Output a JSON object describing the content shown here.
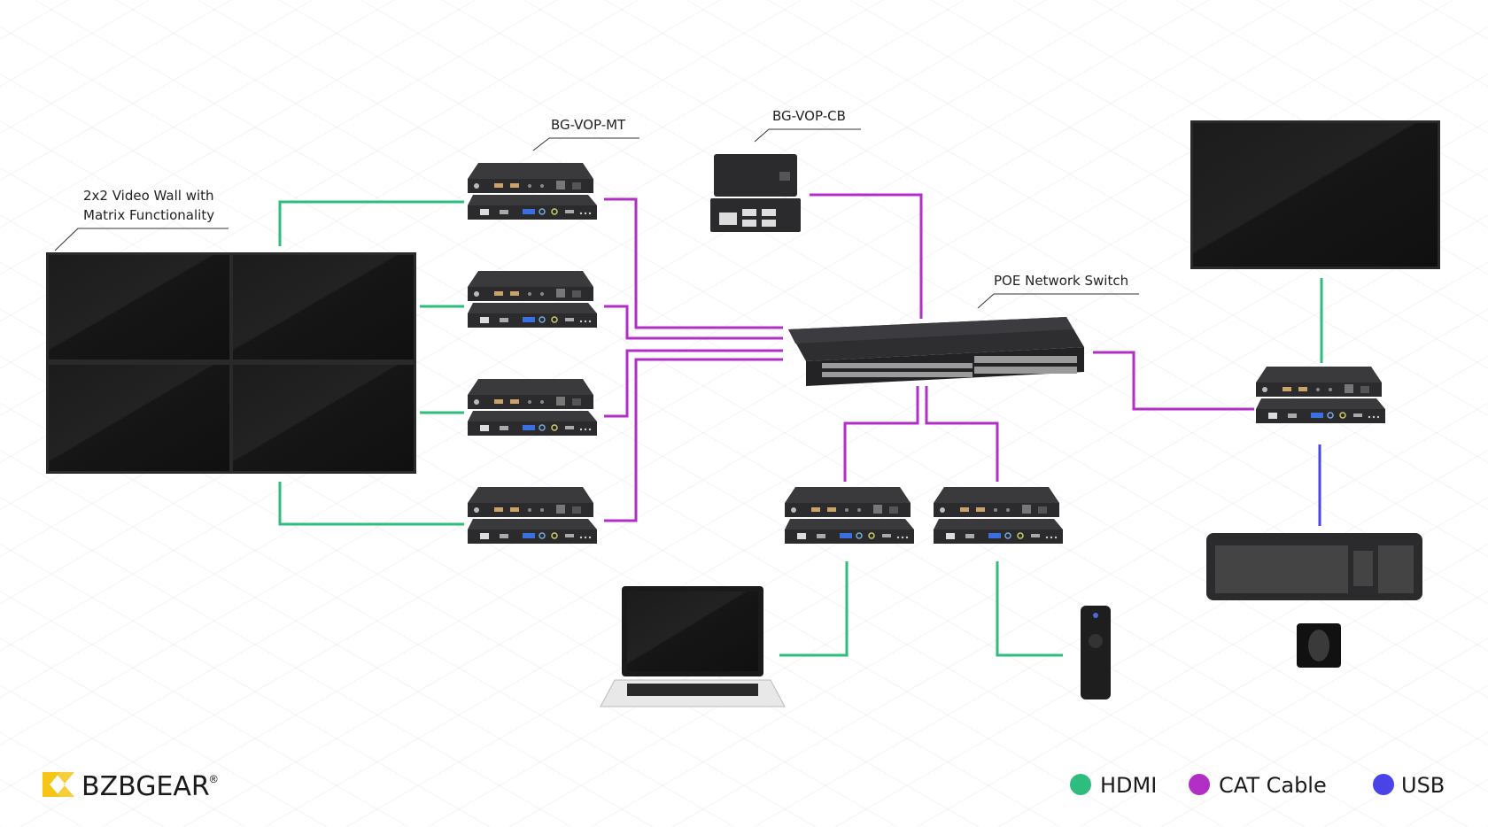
{
  "labels": {
    "video_wall": [
      "2x2 Video Wall with",
      "Matrix Functionality"
    ],
    "mt": "BG-VOP-MT",
    "cb": "BG-VOP-CB",
    "switch": "POE Network Switch"
  },
  "legend": [
    {
      "label": "HDMI",
      "color": "#2ebd7d"
    },
    {
      "label": "CAT Cable",
      "color": "#b12fc4"
    },
    {
      "label": "USB",
      "color": "#4a44e8"
    }
  ],
  "brand": {
    "name_bold": "BZB",
    "name_light": "GEAR",
    "mark": "®",
    "accent": "#f5c518"
  },
  "colors": {
    "hdmi": "#2ebd7d",
    "cat": "#b12fc4",
    "usb": "#4a44e8",
    "device": "#2b2b2e",
    "screen": "#141414"
  }
}
